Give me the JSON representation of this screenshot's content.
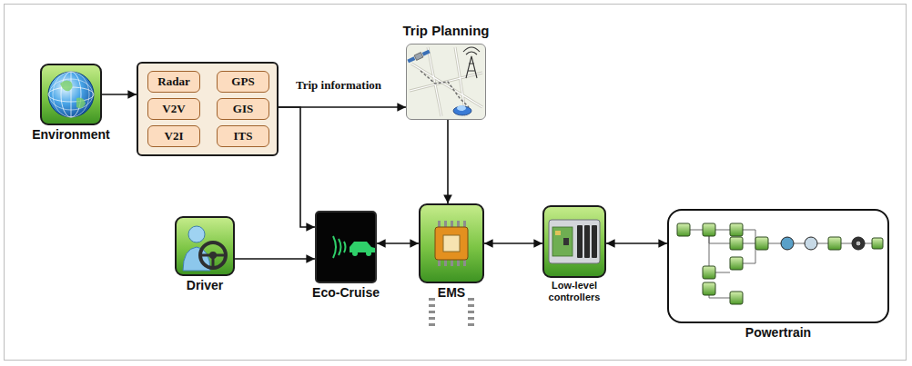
{
  "diagram": {
    "nodes": [
      {
        "text": [
          "Environment"
        ]
      },
      {
        "text": []
      },
      {
        "text": [
          "Radar"
        ],
        "in": 1
      },
      {
        "text": [
          "GPS"
        ],
        "in": 1
      },
      {
        "text": [
          "V2V"
        ],
        "in": 1
      },
      {
        "text": [
          "GIS"
        ],
        "in": 1
      },
      {
        "text": [
          "V2I"
        ],
        "in": 1
      },
      {
        "text": [
          "ITS"
        ],
        "in": 1
      },
      {
        "text": [
          "Trip Planning"
        ]
      },
      {
        "text": [
          "Driver"
        ]
      },
      {
        "text": [
          "Eco-Cruise"
        ]
      },
      {
        "text": [
          "EMS"
        ]
      },
      {
        "text": [
          "Low-level controllers"
        ]
      },
      {
        "text": [
          "Powertrain"
        ]
      }
    ],
    "edges": [
      {
        "from": 0,
        "to": 1,
        "arrow": "to"
      },
      {
        "from": 1,
        "to": 8,
        "label": "Trip information",
        "arrow": "to"
      },
      {
        "from": 1,
        "to": 10,
        "arrow": "to"
      },
      {
        "from": 8,
        "to": 11,
        "arrow": "to"
      },
      {
        "from": 9,
        "to": 10,
        "arrow": "to"
      },
      {
        "from": 10,
        "to": 11,
        "arrow": "both"
      },
      {
        "from": 11,
        "to": 12,
        "arrow": "both"
      },
      {
        "from": 12,
        "to": 13,
        "arrow": "both"
      }
    ]
  }
}
